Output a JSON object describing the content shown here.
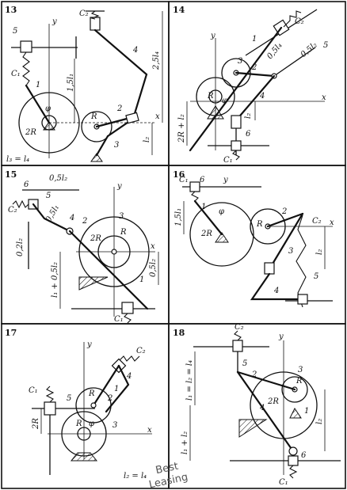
{
  "panels": [
    {
      "number": "13",
      "labels": [
        "5",
        "y",
        "C₂",
        "4",
        "C₁",
        "1",
        "φ",
        "2R",
        "R",
        "2",
        "3",
        "1,5l₁",
        "2,5l₄",
        "l₂",
        "x"
      ],
      "caption": "l₃ = l₄"
    },
    {
      "number": "14",
      "labels": [
        "C₂",
        "y",
        "1",
        "5",
        "3",
        "0,5l₄",
        "0,5l₂",
        "2",
        "R",
        "φ",
        "4",
        "x",
        "l₂",
        "2R + l₂",
        "6",
        "C₁"
      ],
      "caption": ""
    },
    {
      "number": "15",
      "labels": [
        "6",
        "0,5l₂",
        "y",
        "5",
        "C₂",
        "0,5l₁",
        "4",
        "2",
        "3",
        "2R",
        "R",
        "x",
        "0,2l₂",
        "0,5l₂",
        "l₁ + 0,5l₂",
        "1",
        "C₁"
      ],
      "caption": ""
    },
    {
      "number": "16",
      "labels": [
        "C₁",
        "6",
        "y",
        "1",
        "1,5l₁",
        "φ",
        "2R",
        "2",
        "R",
        "C₂",
        "x",
        "3",
        "l₂",
        "5",
        "4"
      ],
      "caption": ""
    },
    {
      "number": "17",
      "labels": [
        "y",
        "C₂",
        "4",
        "C₁",
        "1",
        "5",
        "R",
        "2",
        "2R",
        "φ",
        "3",
        "x"
      ],
      "caption": "l₂ = l₄"
    },
    {
      "number": "18",
      "labels": [
        "C₂",
        "y",
        "5",
        "l₁ = l₂ = l₄",
        "2",
        "3",
        "2R",
        "R",
        "1",
        "4",
        "l₂",
        "l₁ + l₂",
        "6",
        "C₁"
      ],
      "caption": ""
    }
  ],
  "watermark": [
    "Best",
    "Leasing"
  ]
}
